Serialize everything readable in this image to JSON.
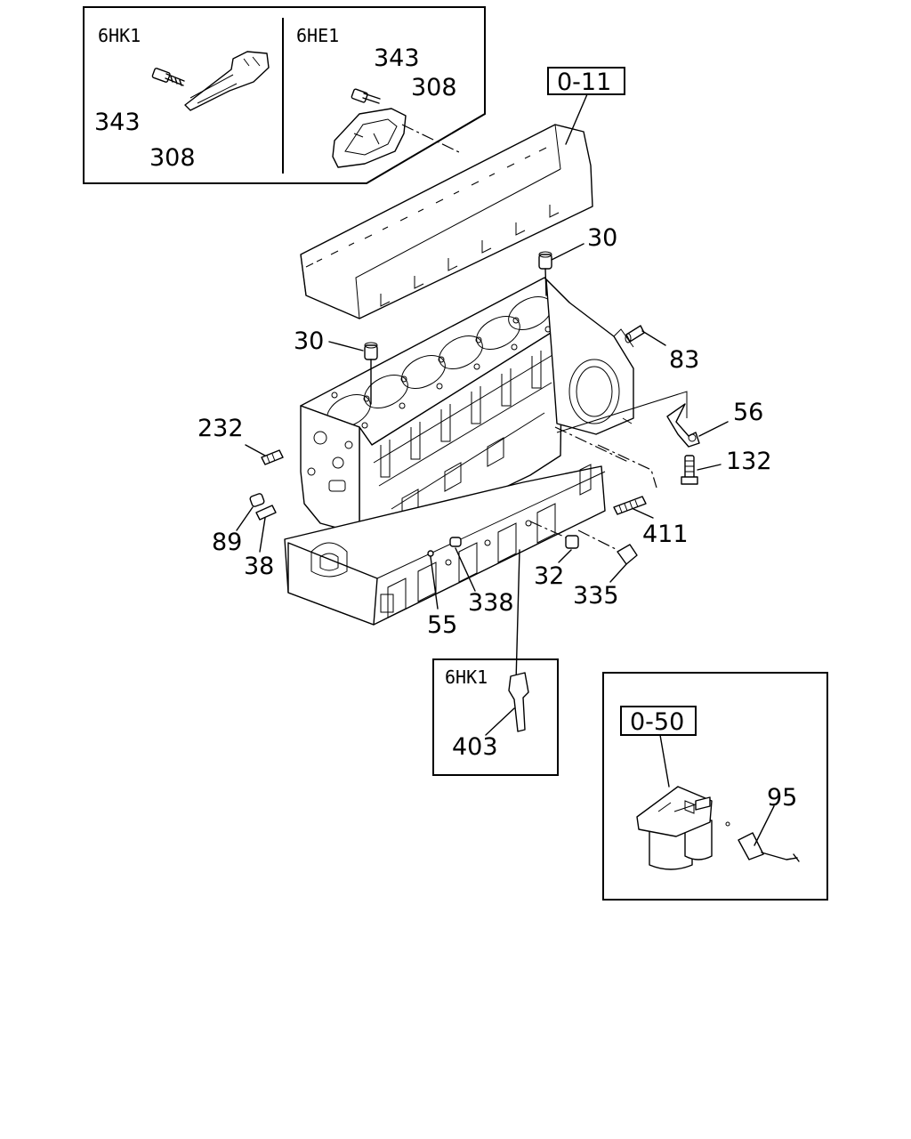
{
  "variants": {
    "top_left": "6HK1",
    "top_right": "6HE1",
    "bottom_inset": "6HK1"
  },
  "references": {
    "cylinder_head": "0-11",
    "fuel_filter": "0-50"
  },
  "callouts": {
    "bolt_6hk1": "343",
    "plate_6hk1": "308",
    "bolt_6he1": "343",
    "plate_6he1": "308",
    "dowel_top_right": "30",
    "dowel_top_left": "30",
    "pin_83": "83",
    "bracket_56": "56",
    "bolt_132": "132",
    "stud_232": "232",
    "plug_89": "89",
    "pin_38": "38",
    "stud_411": "411",
    "plug_32": "32",
    "bolt_335": "335",
    "plug_338": "338",
    "jet_55": "55",
    "bracket_403": "403",
    "sensor_95": "95"
  }
}
